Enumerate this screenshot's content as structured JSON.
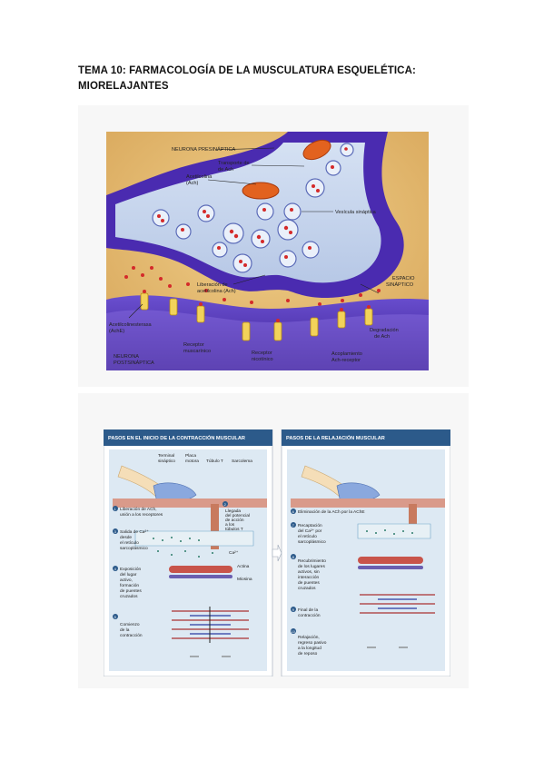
{
  "document": {
    "title_line1": "TEMA 10: FARMACOLOGÍA DE LA MUSCULATURA ESQUELÉTICA:",
    "title_line2": "MIORELAJANTES"
  },
  "figure1": {
    "labels": {
      "presynaptic": "NEURONA PRESINÁPTICA",
      "transport": "Transporte de",
      "transport2": "de Ach",
      "ach1": "Acetilcolina",
      "ach2": "(Ach)",
      "vesicle": "Vesícula sináptica",
      "release1": "Liberación de",
      "release2": "acetilcolina (Ach)",
      "space1": "ESPACIO",
      "space2": "SINÁPTICO",
      "ache1": "Acetilcolinesterasa",
      "ache2": "(AchE)",
      "postsyn1": "NEURONA",
      "postsyn2": "POSTSINÁPTICA",
      "musc1": "Receptor",
      "musc2": "muscarínico",
      "nic1": "Receptor",
      "nic2": "nicotínico",
      "coupling1": "Acoplamiento",
      "coupling2": "Ach-receptor",
      "degr1": "Degradación",
      "degr2": "de Ach"
    }
  },
  "figure2": {
    "left_header": "PASOS EN EL INICIO DE LA CONTRACCIÓN MUSCULAR",
    "right_header": "PASOS DE LA RELAJACIÓN MUSCULAR",
    "top_labels": {
      "terminal1": "Terminal",
      "terminal2": "sináptico",
      "plate1": "Placa",
      "plate2": "motora",
      "tubule": "Túbulo T",
      "sarcolema": "Sarcolema",
      "ca": "Ca²⁺",
      "actin": "Actina",
      "myosin": "Miosina"
    },
    "left_steps": [
      {
        "num": "1",
        "lines": [
          "Liberación de ACh,",
          "unión a los receptores"
        ]
      },
      {
        "num": "2",
        "lines": [
          "Llegada",
          "del potencial",
          "de acción",
          "a los",
          "túbulos T"
        ]
      },
      {
        "num": "3",
        "lines": [
          "Salida de Ca²⁺",
          "desde",
          "el retículo",
          "sarcoplásmico"
        ]
      },
      {
        "num": "4",
        "lines": [
          "Exposición",
          "del lugar",
          "activo,",
          "formación",
          "de puentes",
          "cruzados"
        ]
      },
      {
        "num": "5",
        "lines": [
          "Comienzo",
          "de la",
          "contracción"
        ]
      }
    ],
    "right_steps": [
      {
        "num": "6",
        "lines": [
          "Eliminación de la ACh por la AChE"
        ]
      },
      {
        "num": "7",
        "lines": [
          "Recaptación",
          "del Ca²⁺ por",
          "el retículo",
          "sarcoplásmico"
        ]
      },
      {
        "num": "8",
        "lines": [
          "Recubrimiento",
          "de los lugares",
          "activos, sin",
          "interacción",
          "de puentes",
          "cruzados"
        ]
      },
      {
        "num": "9",
        "lines": [
          "Final de la",
          "contracción"
        ]
      },
      {
        "num": "10",
        "lines": [
          "Relajación,",
          "regreso pasivo",
          "a la longitud",
          "de reposo"
        ]
      }
    ]
  },
  "colors": {
    "header_blue": "#2c5a8a",
    "neuron_purple": "#4a2bb0",
    "cytoplasm": "#c9d7ef",
    "background_tan": "#e8c07a",
    "step_badge": "#2c5a8a",
    "red_dot": "#d42a2a"
  }
}
